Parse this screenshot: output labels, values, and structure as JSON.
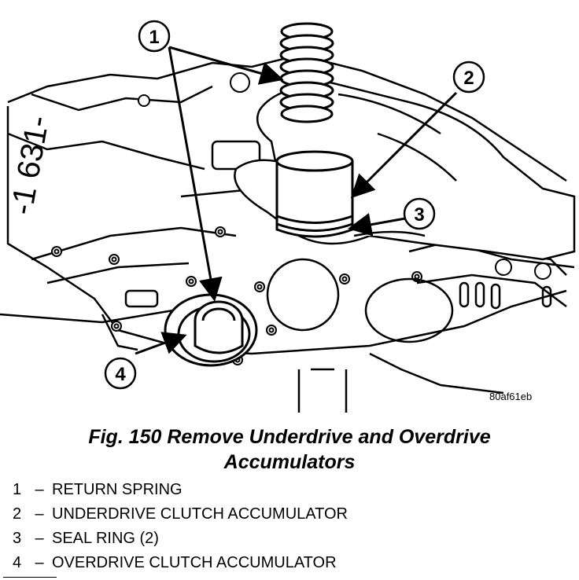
{
  "figure": {
    "code": "80af61eb",
    "title_line1": "Fig. 150 Remove Underdrive and Overdrive",
    "title_line2": "Accumulators",
    "casting_text": "-1 631-"
  },
  "callouts": [
    "1",
    "2",
    "3",
    "4"
  ],
  "legend": [
    {
      "num": "1",
      "dash": "–",
      "label": "RETURN SPRING"
    },
    {
      "num": "2",
      "dash": "–",
      "label": "UNDERDRIVE CLUTCH ACCUMULATOR"
    },
    {
      "num": "3",
      "dash": "–",
      "label": "SEAL RING (2)"
    },
    {
      "num": "4",
      "dash": "–",
      "label": "OVERDRIVE CLUTCH ACCUMULATOR"
    }
  ]
}
